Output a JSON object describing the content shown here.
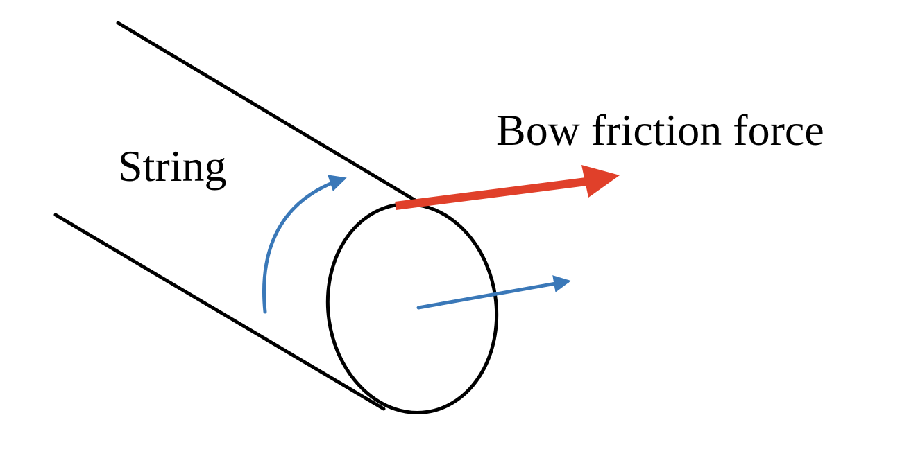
{
  "labels": {
    "string": "String",
    "bow_friction_force": "Bow friction force"
  },
  "colors": {
    "outline": "#000000",
    "friction_arrow": "#e0402a",
    "motion_arrows": "#3a78b8",
    "background": "#ffffff"
  },
  "elements": {
    "string_body": "cylinder",
    "cross_section": "ellipse",
    "friction_arrow": "straight arrow tangent to top of cross-section",
    "rotation_arrow": "curved arrow",
    "translation_arrow": "straight arrow from center of cross-section"
  }
}
